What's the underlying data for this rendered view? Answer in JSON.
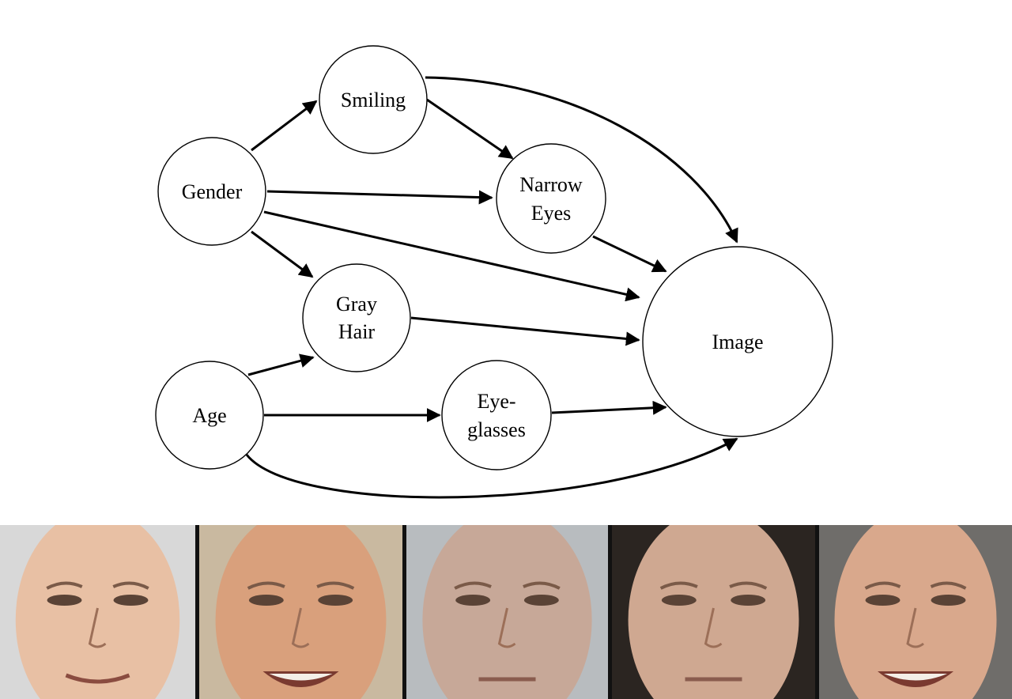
{
  "diagram": {
    "nodes": [
      {
        "id": "gender",
        "lines": [
          "Gender"
        ]
      },
      {
        "id": "smiling",
        "lines": [
          "Smiling"
        ]
      },
      {
        "id": "narrow-eyes",
        "lines": [
          "Narrow",
          "Eyes"
        ]
      },
      {
        "id": "gray-hair",
        "lines": [
          "Gray",
          "Hair"
        ]
      },
      {
        "id": "age",
        "lines": [
          "Age"
        ]
      },
      {
        "id": "eyeglasses",
        "lines": [
          "Eye-",
          "glasses"
        ]
      },
      {
        "id": "image",
        "lines": [
          "Image"
        ]
      }
    ],
    "edges": [
      {
        "from": "gender",
        "to": "smiling"
      },
      {
        "from": "gender",
        "to": "narrow-eyes"
      },
      {
        "from": "gender",
        "to": "gray-hair"
      },
      {
        "from": "gender",
        "to": "image"
      },
      {
        "from": "smiling",
        "to": "narrow-eyes"
      },
      {
        "from": "smiling",
        "to": "image"
      },
      {
        "from": "narrow-eyes",
        "to": "image"
      },
      {
        "from": "gray-hair",
        "to": "image"
      },
      {
        "from": "age",
        "to": "gray-hair"
      },
      {
        "from": "age",
        "to": "eyeglasses"
      },
      {
        "from": "age",
        "to": "image"
      },
      {
        "from": "eyeglasses",
        "to": "image"
      }
    ]
  },
  "faces": [
    {
      "id": "face-1",
      "skin": "#e8c0a4",
      "bg": "#d8d8d8",
      "smile": "slight"
    },
    {
      "id": "face-2",
      "skin": "#d9a07c",
      "bg": "#c9b9a0",
      "smile": "big"
    },
    {
      "id": "face-3",
      "skin": "#c7a898",
      "bg": "#b8bcbf",
      "smile": "none"
    },
    {
      "id": "face-4",
      "skin": "#cfa891",
      "bg": "#2b2521",
      "smile": "none"
    },
    {
      "id": "face-5",
      "skin": "#d9a88c",
      "bg": "#6f6d6a",
      "smile": "big"
    }
  ]
}
